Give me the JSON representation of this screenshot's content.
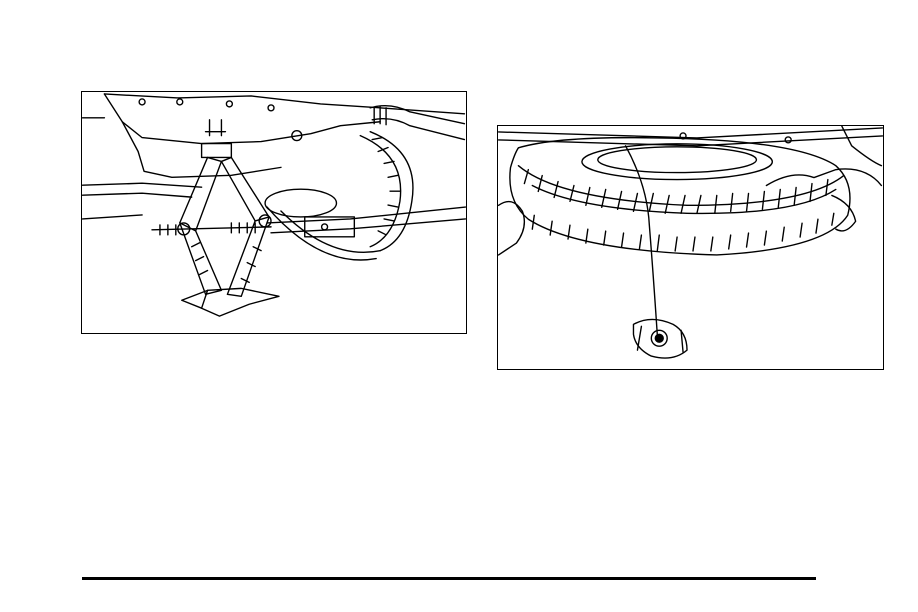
{
  "page": {
    "figures": [
      {
        "id": "jack-under-vehicle",
        "depicts": "scissor-jack-illustration"
      },
      {
        "id": "spare-tire-lowered",
        "depicts": "spare-tire-illustration"
      }
    ]
  },
  "colors": {
    "ink": "#000000",
    "paper": "#ffffff"
  }
}
